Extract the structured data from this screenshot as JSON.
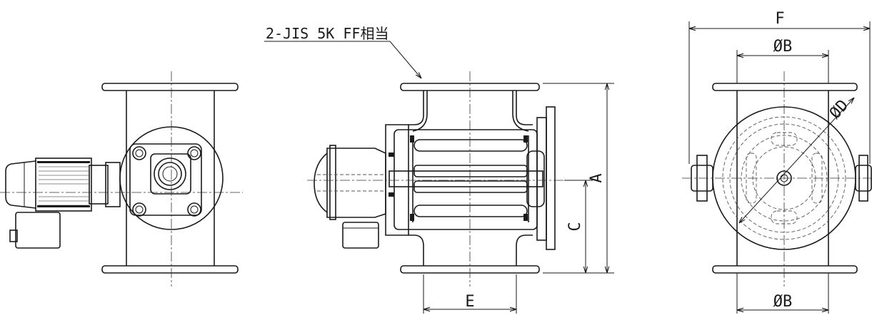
{
  "labels": {
    "flange_note": "2-JIS 5K FF相当",
    "dim_a": "A",
    "dim_c": "C",
    "dim_e": "E",
    "dim_f": "F",
    "dim_b_top": "ØB",
    "dim_b_bottom": "ØB",
    "dim_d": "ØD"
  },
  "views": [
    "front-view",
    "side-section-view",
    "end-view"
  ]
}
